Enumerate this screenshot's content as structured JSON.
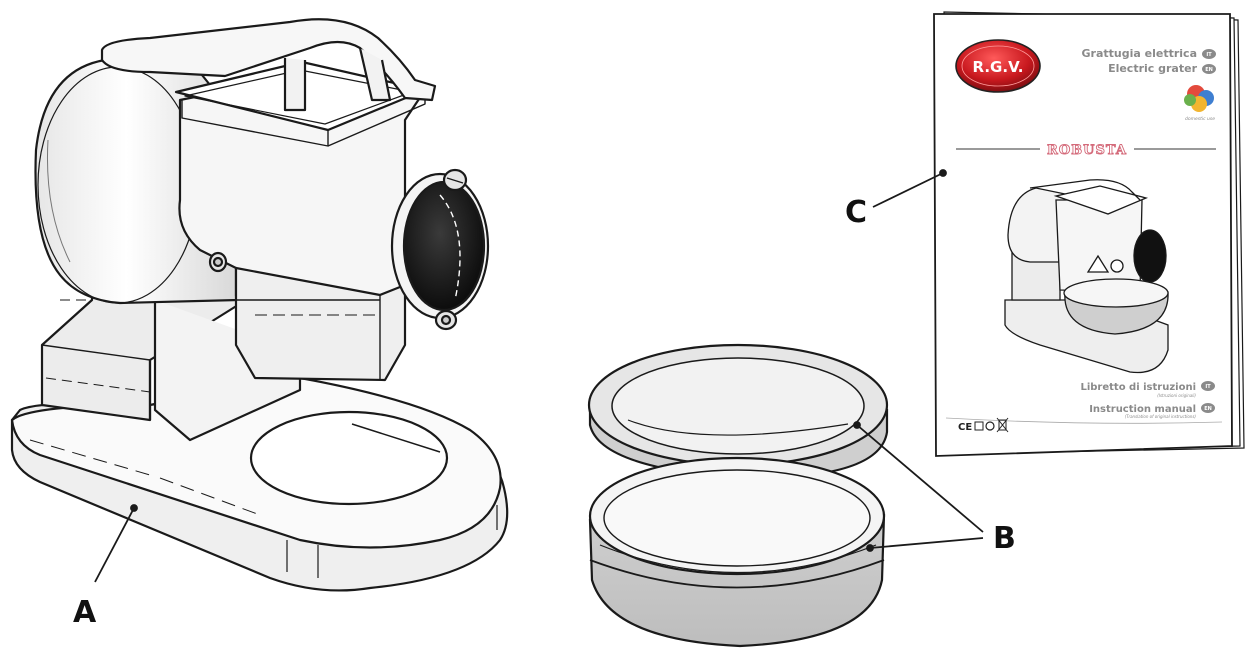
{
  "callouts": {
    "a": "A",
    "b": "B",
    "c": "C"
  },
  "manual": {
    "logo": "R.G.V.",
    "title_it": "Grattugia elettrica",
    "title_en": "Electric grater",
    "badge_it": "IT",
    "badge_en": "EN",
    "small_brand": "domestic use",
    "model": "ROBUSTA",
    "libretto": "Libretto di istruzioni",
    "libretto_sub": "(Istruzioni originali)",
    "manual_label": "Instruction manual",
    "manual_sub": "(Translation of original instructions)",
    "ce_mark": "CE"
  },
  "colors": {
    "line": "#1a1a1a",
    "body_fill": "#f4f4f4",
    "bowl_fill": "#d9d9d9",
    "logo_red": "#c8181e",
    "model_pink": "#d46a7a",
    "text_gray": "#8a8a8a"
  }
}
